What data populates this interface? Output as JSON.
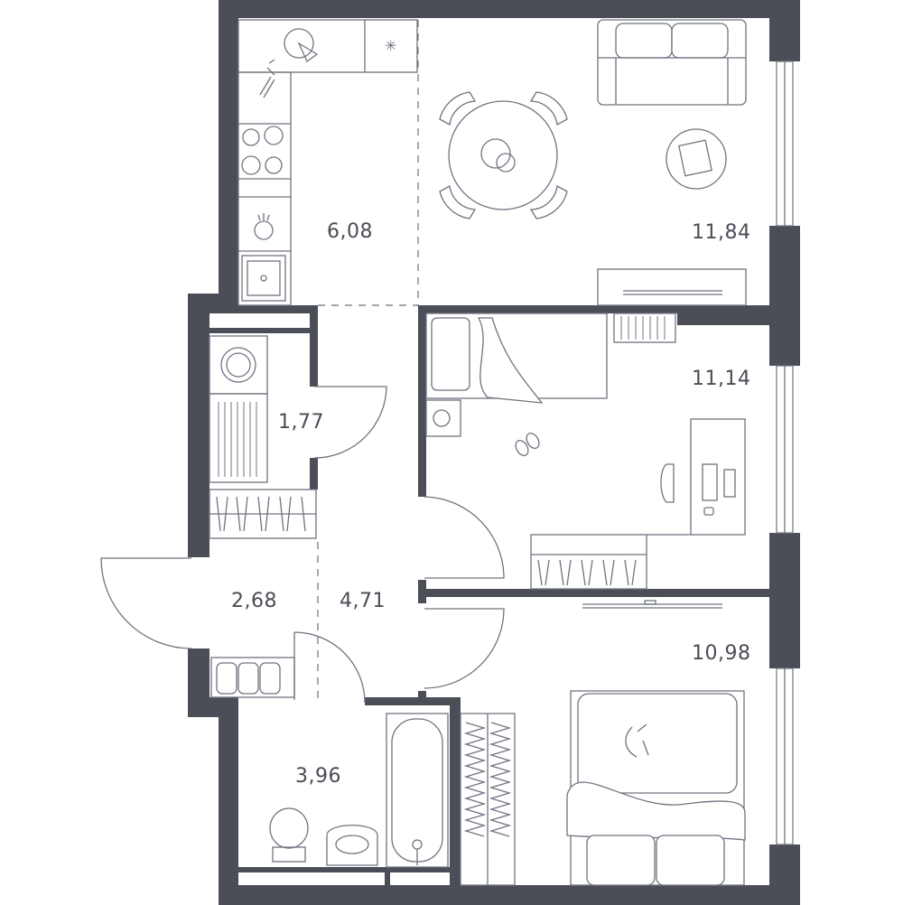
{
  "rooms": [
    {
      "id": "kitchen",
      "area": "6,08"
    },
    {
      "id": "living",
      "area": "11,84"
    },
    {
      "id": "laundry",
      "area": "1,77"
    },
    {
      "id": "bedroom-1",
      "area": "11,14"
    },
    {
      "id": "entrance",
      "area": "2,68"
    },
    {
      "id": "hall",
      "area": "4,71"
    },
    {
      "id": "bedroom-2",
      "area": "10,98"
    },
    {
      "id": "bathroom",
      "area": "3,96"
    }
  ],
  "colors": {
    "wall": "#4b4e57",
    "line": "#707480",
    "text": "#4a4d56"
  }
}
